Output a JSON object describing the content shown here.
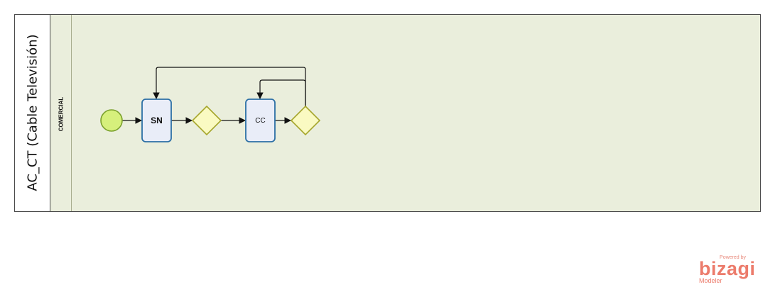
{
  "pool": {
    "title": "AC_CT (Cable Televisión)"
  },
  "lane": {
    "title": "COMERCIAL"
  },
  "tasks": [
    {
      "id": "sn",
      "label": "SN"
    },
    {
      "id": "cc",
      "label": "CC"
    }
  ],
  "colors": {
    "lane_fill": "#eaeedc",
    "start_event_fill": "#d6f07c",
    "start_event_stroke": "#7ba12d",
    "task_fill": "#e9edf8",
    "task_stroke": "#2c6fa5",
    "gateway_fill": "#fafac2",
    "gateway_stroke": "#a6a62c",
    "brand": "#ec7b6b"
  },
  "brand": {
    "powered_by": "Powered by",
    "name": "bizagi",
    "product": "Modeler"
  }
}
